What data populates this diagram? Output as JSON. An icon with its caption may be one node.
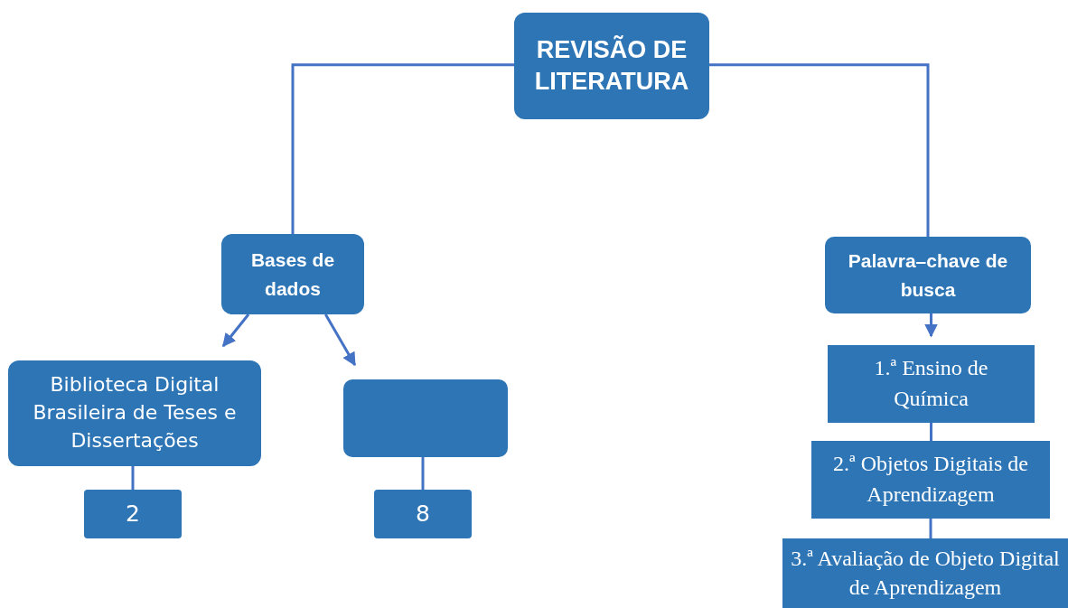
{
  "diagram": {
    "nodes": [
      {
        "text": [
          "REVISÃO DE LITERATURA"
        ]
      },
      {
        "text": [
          "Bases de dados"
        ]
      },
      {
        "text": [
          "Palavra–chave de busca"
        ]
      },
      {
        "text": [
          "Biblioteca Digital Brasileira de Teses e Dissertações"
        ]
      },
      {
        "text": [],
        "shape": "box"
      },
      {
        "text": [
          "2"
        ]
      },
      {
        "text": [
          "8"
        ]
      },
      {
        "text": [
          "1.ª Ensino de Química"
        ]
      },
      {
        "text": [
          "2.ª Objetos Digitais de Aprendizagem"
        ]
      },
      {
        "text": [
          "3.ª Avaliação de Objeto Digital de Aprendizagem"
        ]
      }
    ],
    "edges": [
      {
        "from": 0,
        "to": 1,
        "arrow": "none"
      },
      {
        "from": 0,
        "to": 2,
        "arrow": "none"
      },
      {
        "from": 1,
        "to": 3,
        "arrow": "to"
      },
      {
        "from": 1,
        "to": 4,
        "arrow": "to"
      },
      {
        "from": 3,
        "to": 5,
        "arrow": "none"
      },
      {
        "from": 4,
        "to": 6,
        "arrow": "none"
      },
      {
        "from": 2,
        "to": 7,
        "arrow": "to"
      },
      {
        "from": 7,
        "to": 8,
        "arrow": "none"
      },
      {
        "from": 8,
        "to": 9,
        "arrow": "none"
      }
    ]
  }
}
